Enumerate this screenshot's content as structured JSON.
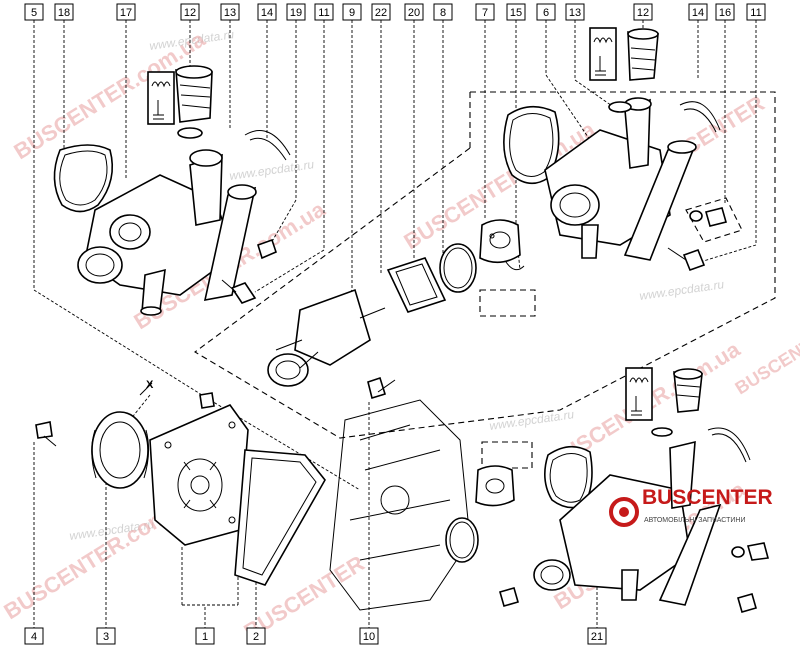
{
  "callouts_top": [
    "5",
    "18",
    "17",
    "12",
    "13",
    "14",
    "19",
    "11",
    "9",
    "22",
    "20",
    "8",
    "7",
    "15",
    "6",
    "13",
    "12",
    "14",
    "16",
    "11"
  ],
  "callouts_bottom": [
    "4",
    "3",
    "1",
    "2",
    "10",
    "21"
  ],
  "detail_letter": "X",
  "watermarks": {
    "epc": "www.epcdata.ru",
    "bus_domain": "BUSCENTER.com.ua",
    "bus_short": "BUSCENTER",
    "com_ua": ".com.ua"
  },
  "logo": {
    "brand": "BUSCENTER",
    "tagline": "АВТОМОБІЛЬНІ ЗАПЧАСТИНИ"
  },
  "colors": {
    "watermark_red": "#e8a0a0",
    "logo_red": "#c61a1a",
    "line": "#000000"
  }
}
